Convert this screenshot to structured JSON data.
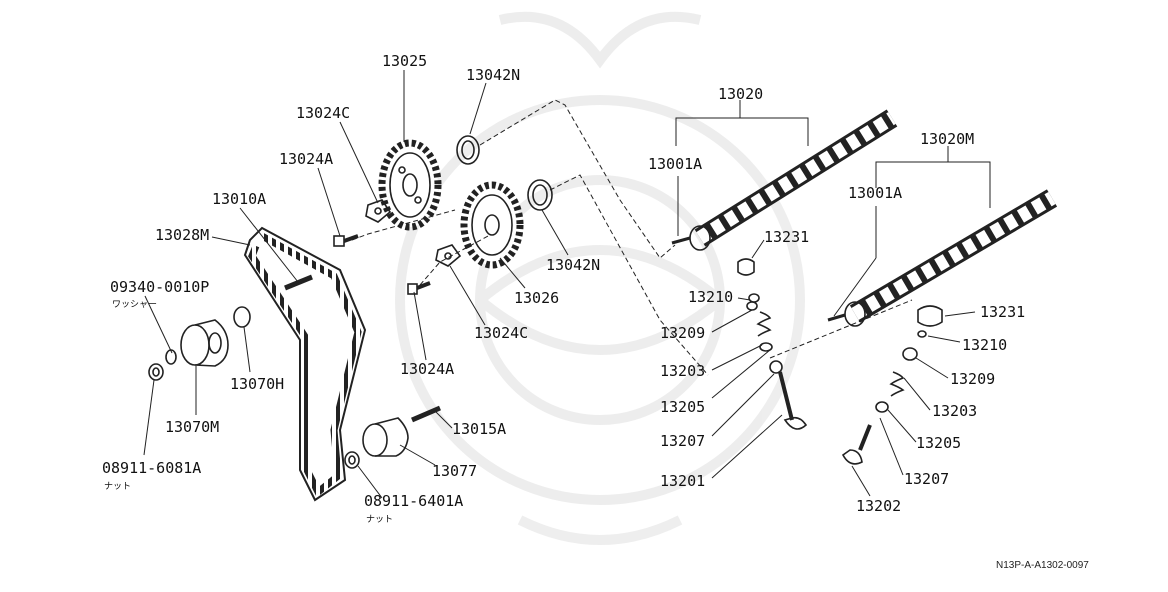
{
  "reference_code": "N13P-A-A1302-0097",
  "parts": [
    {
      "id": "p13025",
      "num": "13025"
    },
    {
      "id": "p13042N_a",
      "num": "13042N"
    },
    {
      "id": "p13024C_a",
      "num": "13024C"
    },
    {
      "id": "p13024A_a",
      "num": "13024A"
    },
    {
      "id": "p13010A",
      "num": "13010A"
    },
    {
      "id": "p13028M",
      "num": "13028M"
    },
    {
      "id": "p09340",
      "num": "09340-0010P",
      "sub": "ワッシャー"
    },
    {
      "id": "p13070H",
      "num": "13070H"
    },
    {
      "id": "p13070M",
      "num": "13070M"
    },
    {
      "id": "p08911_6081",
      "num": "08911-6081A",
      "sub": "ナット"
    },
    {
      "id": "p13042N_b",
      "num": "13042N"
    },
    {
      "id": "p13026",
      "num": "13026"
    },
    {
      "id": "p13024C_b",
      "num": "13024C"
    },
    {
      "id": "p13024A_b",
      "num": "13024A"
    },
    {
      "id": "p13015A",
      "num": "13015A"
    },
    {
      "id": "p13077",
      "num": "13077"
    },
    {
      "id": "p08911_6401",
      "num": "08911-6401A",
      "sub": "ナット"
    },
    {
      "id": "p13020",
      "num": "13020"
    },
    {
      "id": "p13001A_a",
      "num": "13001A"
    },
    {
      "id": "p13231_a",
      "num": "13231"
    },
    {
      "id": "p13210_a",
      "num": "13210"
    },
    {
      "id": "p13209_a",
      "num": "13209"
    },
    {
      "id": "p13203_a",
      "num": "13203"
    },
    {
      "id": "p13205_a",
      "num": "13205"
    },
    {
      "id": "p13207_a",
      "num": "13207"
    },
    {
      "id": "p13201",
      "num": "13201"
    },
    {
      "id": "p13020M",
      "num": "13020M"
    },
    {
      "id": "p13001A_b",
      "num": "13001A"
    },
    {
      "id": "p13231_b",
      "num": "13231"
    },
    {
      "id": "p13210_b",
      "num": "13210"
    },
    {
      "id": "p13209_b",
      "num": "13209"
    },
    {
      "id": "p13203_b",
      "num": "13203"
    },
    {
      "id": "p13205_b",
      "num": "13205"
    },
    {
      "id": "p13207_b",
      "num": "13207"
    },
    {
      "id": "p13202",
      "num": "13202"
    }
  ]
}
